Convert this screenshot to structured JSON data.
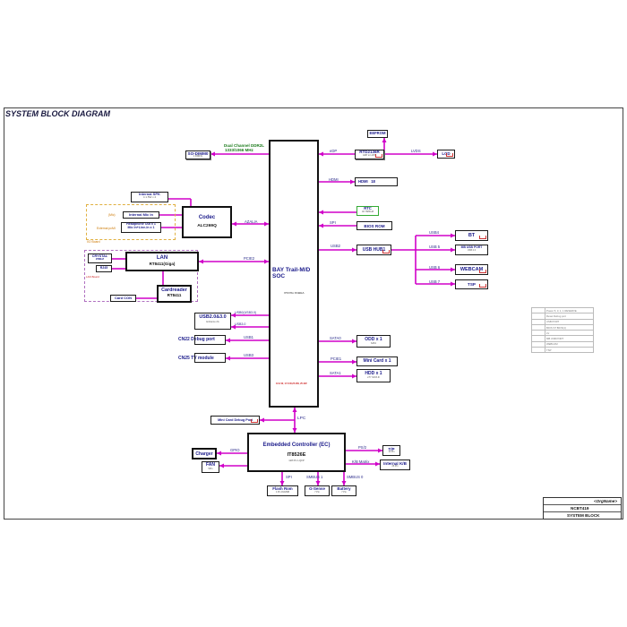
{
  "title": "SYSTEM BLOCK DIAGRAM",
  "soc": {
    "name_line1": "BAY Trail-M/D",
    "name_line2": "SOC",
    "sub": "VT2 Pin FCBGA",
    "footnote": "16.9 W, 17.8 W,25.0W, 25.0W"
  },
  "memory": {
    "slot": "SO-DIMM0",
    "slot_sub": "1 DDR3L",
    "bus_line1": "Dual Channel DDR2L",
    "bus_line2": "1333/1066 MHz"
  },
  "display": {
    "edp_label": "eDP",
    "bridge": "RTD2136R",
    "bridge_sub": "EDP to LVDS",
    "eeprom": "EEFROM",
    "lvds_label": "LVDS",
    "lcd": "LCD",
    "hdmi_bus": "HDMI",
    "hdmi_box": "HDMI",
    "hdmi_num": "18"
  },
  "audio": {
    "codec": "Codec",
    "codec_part": "ALC269Q",
    "bus": "AZALIA",
    "spk": "Internal SPK",
    "spk_sub": "4    1.5W x 2",
    "mic_in": "Internal Mic In",
    "mic_tag": "(Mic)",
    "hp_line1": "Headphone Out x 1",
    "hp_line2": "Mic In+Line-In x 1",
    "hp_tag": "External pcMI",
    "board_tag": "I/O Board"
  },
  "rtc": {
    "label": "RTC",
    "sub": "32.768KHZ"
  },
  "bios": {
    "bus": "SPI",
    "label": "BIOS ROM"
  },
  "usb_hub": {
    "bus": "USB2",
    "label": "USB HUB1",
    "ports": [
      {
        "bus": "USB4",
        "label": "BT"
      },
      {
        "bus": "USB 5",
        "label": "MB USB PORT",
        "sub": "USB 2.0"
      },
      {
        "bus": "USB 6",
        "label": "WEBCAM"
      },
      {
        "bus": "USB 7",
        "label": "TSP"
      }
    ]
  },
  "lan": {
    "label": "LAN",
    "part": "RT8411(Giga)",
    "bus": "PCIE2",
    "crystal": "CRYSTAL",
    "crystal_sub": "25MHZ",
    "rj45": "RJ45",
    "reader": "Cardreader",
    "reader_part": "RT8411",
    "card_con": "Card CON",
    "board_tag": "LAN Board"
  },
  "left_io": {
    "usb_box": "USB2.0&3.0",
    "usb_sub": "Enhance 2A",
    "usb_bus1": "USB0(USB3.0)",
    "usb_bus2": "USB3.0",
    "dbg": "CN22 Debug port",
    "dbg_bus": "USB1",
    "tv": "CN25 TV module",
    "tv_bus": "USB3"
  },
  "right_io": {
    "odd_bus": "SATA0",
    "odd": "ODD x 1",
    "odd_sub": "SATA",
    "mini_bus": "PCIE1",
    "mini": "Mini Card x 1",
    "hdd_bus": "SATA1",
    "hdd": "HDD x 1",
    "hdd_sub": "2.5\" SATA III"
  },
  "ec": {
    "label": "Embedded Controller (EC)",
    "part": "IT8526E",
    "sub": "128 Pin LQFP",
    "lpc": "LPC",
    "debug_card": "Mini Card Debug Port",
    "charger": "Charger",
    "fan": "FAN",
    "fan_sub": "5Pin",
    "gpio": "GPIO",
    "ps2": "PS/2",
    "tp": "T/P",
    "tp_sub": "12 Pin",
    "kb_bus": "K/B Matrix",
    "kb": "Internal K/B",
    "kb_sub": "26 Pin",
    "spi": "SPI",
    "flash": "Flash Rom",
    "flash_sub": "4 Pin 1M/2MB",
    "smbus1": "SMBUS 1",
    "gsense": "G-Sense",
    "gsense_sub": "7 Pin",
    "smbus0": "SMBUS 0",
    "battery": "Battery",
    "battery_sub": "7 Pin"
  },
  "revisions": [
    "Power 5, 3, 1, 1 RESERVE",
    "Reset Debug port",
    "USB PORT",
    "BIOS ST BIOS(1)",
    "LV",
    "MB USB PORT",
    "WEBCAM",
    "TSP"
  ],
  "title_block": {
    "org": "<OrgName>",
    "project": "NCBT419",
    "sheet": "SYSTEM BLOCK"
  },
  "colors": {
    "wire": "#d000c8",
    "box_text": "#1a1a8a",
    "bus_label": "#2a2a8a"
  }
}
